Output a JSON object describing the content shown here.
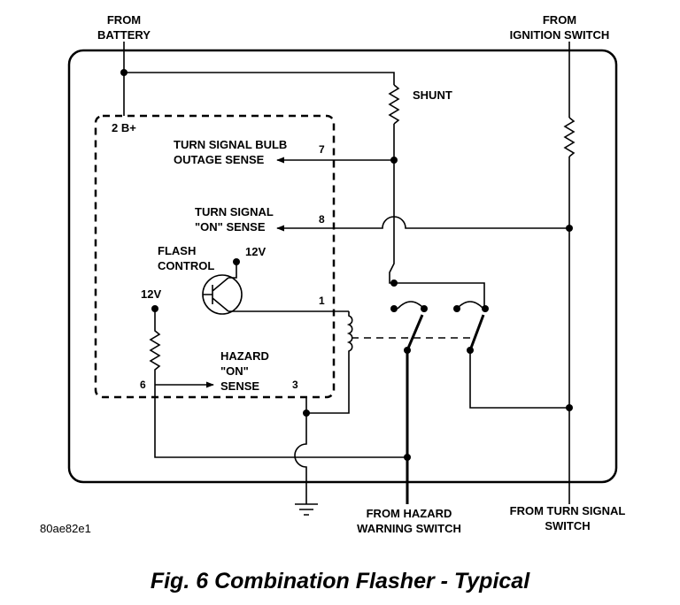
{
  "labels": {
    "from_battery": [
      "FROM",
      "BATTERY"
    ],
    "from_ignition": [
      "FROM",
      "IGNITION SWITCH"
    ],
    "shunt": "SHUNT",
    "b_plus": "2 B+",
    "bulb_outage": [
      "TURN SIGNAL BULB",
      "OUTAGE SENSE"
    ],
    "signal_on": [
      "TURN SIGNAL",
      "\"ON\" SENSE"
    ],
    "flash_control": [
      "FLASH",
      "CONTROL"
    ],
    "v12_a": "12V",
    "v12_b": "12V",
    "hazard_on": [
      "HAZARD",
      "\"ON\"",
      "SENSE"
    ],
    "from_hazard": [
      "FROM HAZARD",
      "WARNING SWITCH"
    ],
    "from_turn_signal": [
      "FROM TURN SIGNAL",
      "SWITCH"
    ],
    "ref_code": "80ae82e1"
  },
  "pins": {
    "p7": "7",
    "p8": "8",
    "p1": "1",
    "p6": "6",
    "p3": "3"
  },
  "caption": "Fig. 6 Combination Flasher - Typical"
}
